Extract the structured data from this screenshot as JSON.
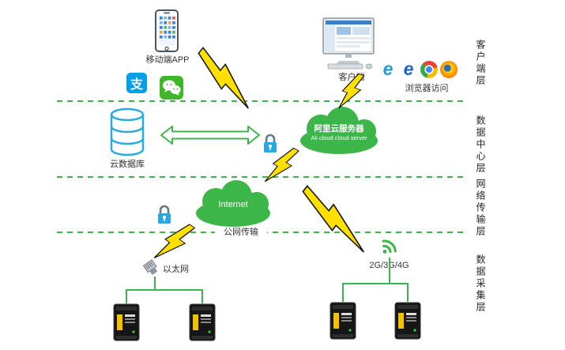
{
  "diagram": {
    "layers": [
      {
        "label": "客户端层"
      },
      {
        "label": "数据中心层"
      },
      {
        "label": "网络传输层"
      },
      {
        "label": "数据采集层"
      }
    ],
    "nodes": {
      "mobile_app": "移动端APP",
      "alipay_glyph": "支",
      "client_pc": "客户端",
      "browser_access": "浏览器访问",
      "cloud_db": "云数据库",
      "ali_cloud_cn": "阿里云服务器",
      "ali_cloud_en": "Ali cloud  cloud server",
      "internet": "Internet",
      "public_net": "公网传输",
      "ethernet": "以太网",
      "cellular": "2G/3G/4G"
    },
    "colors": {
      "green": "#3cb549",
      "blue": "#29abe2",
      "bolt_yellow": "#ffe000",
      "alipay_blue": "#00a0e9",
      "wechat_green": "#3eb826"
    }
  }
}
